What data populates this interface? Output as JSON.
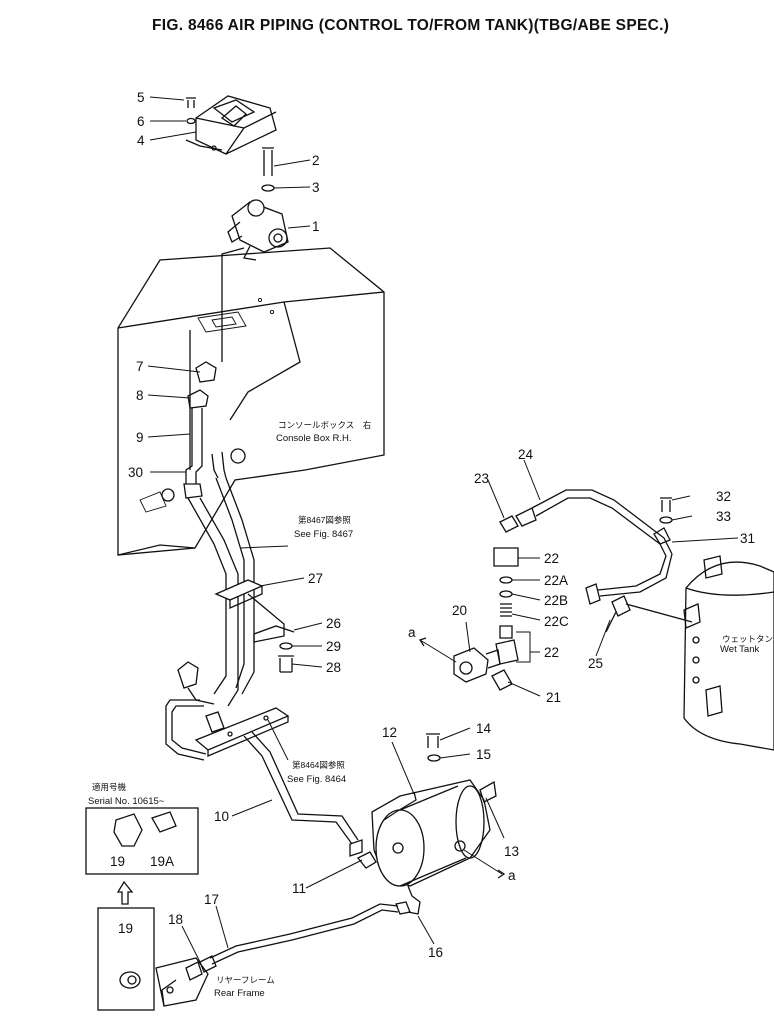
{
  "title": "FIG. 8466  AIR PIPING (CONTROL TO/FROM TANK)(TBG/ABE SPEC.)",
  "callouts": {
    "c1": "1",
    "c2": "2",
    "c3": "3",
    "c4": "4",
    "c5": "5",
    "c6": "6",
    "c7": "7",
    "c8": "8",
    "c9": "9",
    "c10": "10",
    "c11": "11",
    "c12": "12",
    "c13": "13",
    "c14": "14",
    "c15": "15",
    "c16": "16",
    "c17": "17",
    "c18": "18",
    "c19a": "19",
    "c19b": "19",
    "c19A": "19A",
    "c20": "20",
    "c21": "21",
    "c22a": "22",
    "c22b": "22",
    "c22A": "22A",
    "c22B": "22B",
    "c22C": "22C",
    "c23": "23",
    "c24": "24",
    "c25": "25",
    "c26": "26",
    "c27": "27",
    "c28": "28",
    "c29": "29",
    "c30": "30",
    "c31": "31",
    "c32": "32",
    "c33": "33",
    "a1": "a",
    "a2": "a"
  },
  "labels": {
    "console_jp": "コンソールボックス　右",
    "console_en": "Console  Box  R.H.",
    "see8467_jp": "第8467図参照",
    "see8467_en": "See Fig. 8467",
    "see8464_jp": "第8464図参照",
    "see8464_en": "See Fig. 8464",
    "wettank_jp": "ウェットタンク",
    "wettank_en": "Wet  Tank",
    "serial_jp": "適用号機",
    "serial_en": "Serial No. 10615~",
    "rearframe_jp": "リヤーフレーム",
    "rearframe_en": "Rear  Frame"
  }
}
